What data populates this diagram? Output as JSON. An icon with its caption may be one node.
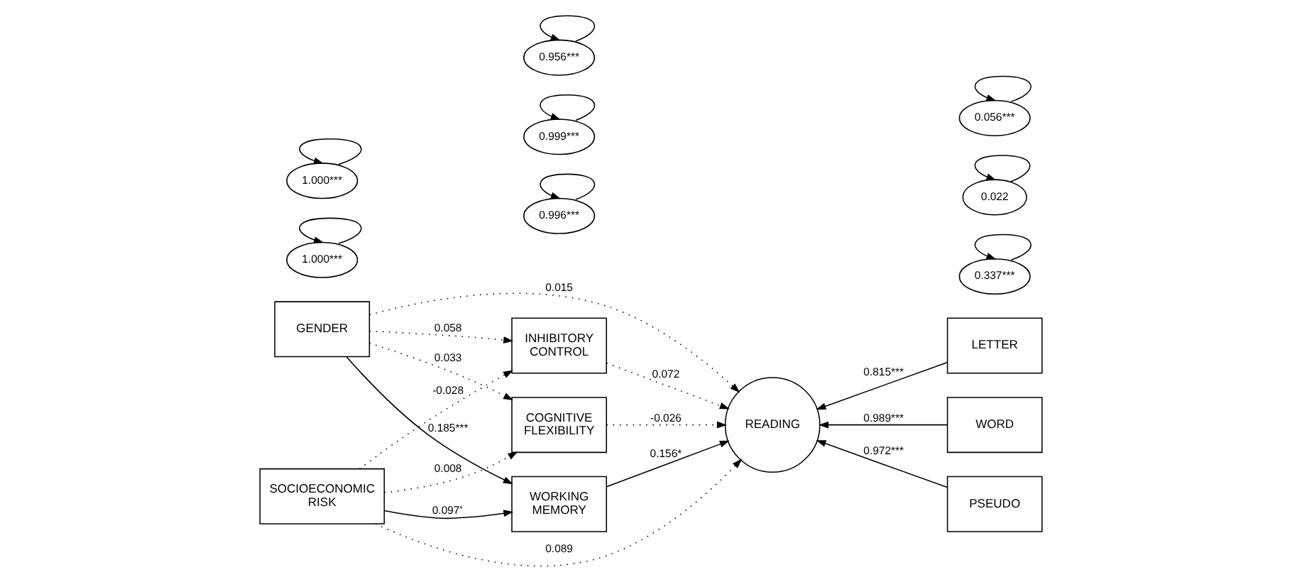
{
  "diagram": {
    "nodes": [
      {
        "text": [
          "INHIBITORY CONTROL"
        ]
      },
      {
        "text": [
          "0.996***"
        ]
      },
      {
        "text": [
          "GENDER"
        ]
      },
      {
        "text": [
          "1.000***"
        ]
      },
      {
        "text": [
          "COGNITIVE FLEXIBILITY"
        ]
      },
      {
        "text": [
          "0.999***"
        ]
      },
      {
        "text": [
          "WORKING MEMORY"
        ]
      },
      {
        "text": [
          "0.956***"
        ]
      },
      {
        "text": [
          "1.000***"
        ]
      },
      {
        "text": [
          "SOCIOECONOMIC RISK"
        ]
      },
      {
        "text": [
          "READING"
        ]
      },
      {
        "text": [
          "LETTER"
        ]
      },
      {
        "text": [
          "0.337***"
        ]
      },
      {
        "text": [
          "WORD"
        ]
      },
      {
        "text": [
          "0.022"
        ]
      },
      {
        "text": [
          "PSEUDO"
        ]
      },
      {
        "text": [
          "0.056***"
        ]
      }
    ],
    "edges": [
      {
        "from": 9,
        "to": 0,
        "arrow": "to",
        "label": "-0.028",
        "style": "dashed"
      },
      {
        "from": 9,
        "to": 4,
        "arrow": "to",
        "label": "0.008",
        "style": "dashed"
      },
      {
        "from": 9,
        "to": 6,
        "arrow": "to",
        "label": "0.097⁺"
      },
      {
        "from": 9,
        "to": 10,
        "arrow": "to",
        "label": "0.089",
        "style": "dashed"
      },
      {
        "from": 2,
        "to": 0,
        "arrow": "to",
        "label": "0.058",
        "style": "dashed"
      },
      {
        "from": 2,
        "to": 4,
        "arrow": "to",
        "label": "0.033",
        "style": "dashed"
      },
      {
        "from": 2,
        "to": 6,
        "arrow": "to",
        "label": "0.185***"
      },
      {
        "from": 2,
        "to": 10,
        "arrow": "to",
        "label": "0.015",
        "style": "dashed"
      },
      {
        "from": 0,
        "to": 10,
        "arrow": "to",
        "label": "0.072",
        "style": "dashed"
      },
      {
        "from": 4,
        "to": 10,
        "arrow": "to",
        "label": "-0.026",
        "style": "dashed"
      },
      {
        "from": 6,
        "to": 10,
        "arrow": "to",
        "label": "0.156*"
      },
      {
        "from": 11,
        "to": 10,
        "arrow": "to",
        "label": "0.815***"
      },
      {
        "from": 13,
        "to": 10,
        "arrow": "to",
        "label": "0.989***"
      },
      {
        "from": 15,
        "to": 10,
        "arrow": "to",
        "label": "0.972***"
      },
      {
        "from": 1,
        "to": 1,
        "arrow": "to"
      },
      {
        "from": 3,
        "to": 3,
        "arrow": "to"
      },
      {
        "from": 5,
        "to": 5,
        "arrow": "to"
      },
      {
        "from": 7,
        "to": 7,
        "arrow": "to"
      },
      {
        "from": 8,
        "to": 8,
        "arrow": "to"
      },
      {
        "from": 12,
        "to": 12,
        "arrow": "to"
      },
      {
        "from": 14,
        "to": 14,
        "arrow": "to"
      },
      {
        "from": 16,
        "to": 16,
        "arrow": "to"
      }
    ]
  }
}
